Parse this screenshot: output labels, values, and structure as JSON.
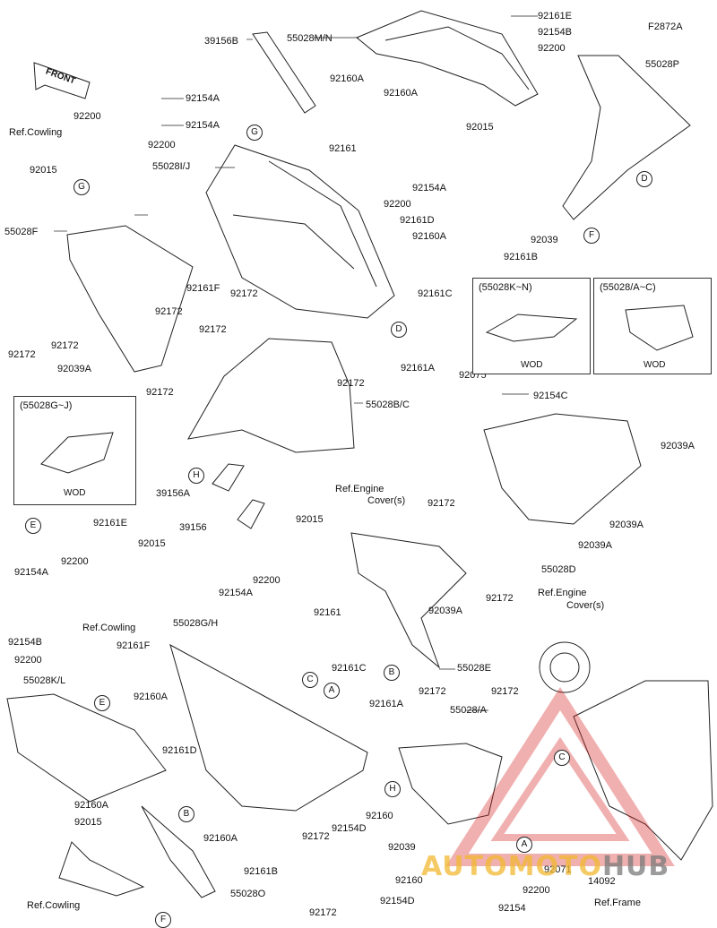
{
  "diagram_id": "F2872A",
  "front_label": "FRONT",
  "watermark": {
    "part1": "AUTOMOTO",
    "part2": "HUB"
  },
  "part_labels": [
    "92161E",
    "92154B",
    "92200",
    "55028M/N",
    "39156B",
    "55028P",
    "92160A",
    "92160A",
    "92154A",
    "92154A",
    "92200",
    "Ref.Cowling",
    "92200",
    "92015",
    "55028I/J",
    "92015",
    "92161",
    "92154A",
    "92200",
    "92161D",
    "92160A",
    "55028F",
    "92161B",
    "92161F",
    "92172",
    "92039",
    "92161C",
    "92172",
    "92172",
    "92172",
    "92039A",
    "92172",
    "92161A",
    "92075",
    "92154C",
    "92172",
    "55028B/C",
    "92039A",
    "Ref.Engine",
    "Cover(s)",
    "39156A",
    "92172",
    "92172",
    "92161E",
    "39156",
    "92015",
    "92039A",
    "92039A",
    "92015",
    "92154A",
    "92200",
    "55028D",
    "92200",
    "92154A",
    "92172",
    "55028G/H",
    "Ref.Cowling",
    "92161",
    "Ref.Engine",
    "Cover(s)",
    "92039A",
    "92154B",
    "92161F",
    "92200",
    "55028E",
    "92161C",
    "55028K/L",
    "92160A",
    "92172",
    "92172",
    "92161A",
    "55028/A",
    "92161D",
    "92160A",
    "92015",
    "92160",
    "92154D",
    "92039",
    "92160A",
    "92172",
    "92161B",
    "92160",
    "92154D",
    "92154",
    "92200",
    "92071",
    "14092",
    "Ref.Cowling",
    "55028O",
    "92172",
    "Ref.Frame"
  ],
  "callout_circles": [
    "G",
    "G",
    "D",
    "D",
    "E",
    "H",
    "F",
    "C",
    "A",
    "B",
    "H",
    "B",
    "F",
    "C",
    "A",
    "E"
  ],
  "detail_boxes": [
    {
      "title": "(55028G~J)",
      "caption": "WOD"
    },
    {
      "title": "(55028K~N)",
      "caption": "WOD"
    },
    {
      "title": "(55028/A~C)",
      "caption": "WOD"
    }
  ]
}
